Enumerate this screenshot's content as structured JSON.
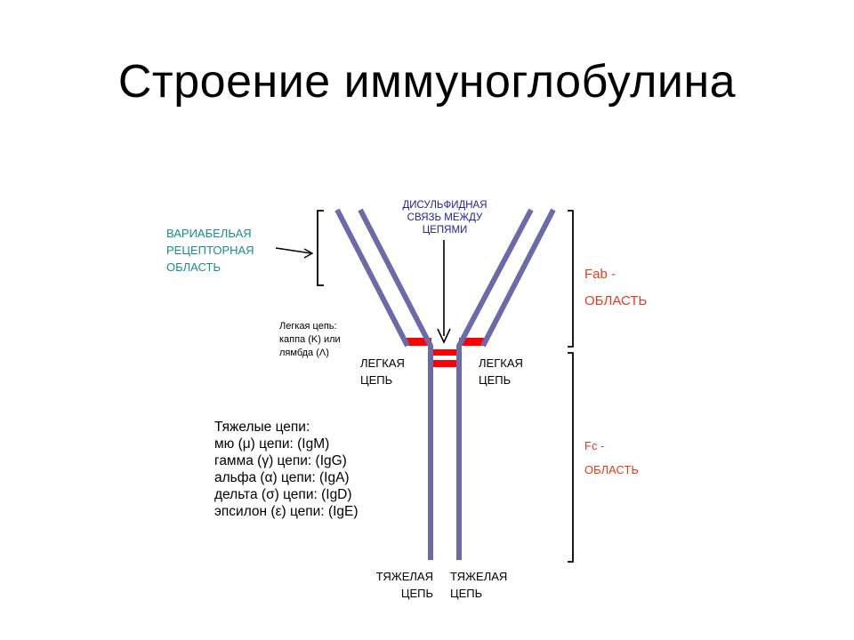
{
  "title": "Строение  иммуноглобулина",
  "labels": {
    "variable_region": [
      "ВАРИАБЕЛЬАЯ",
      "РЕЦЕПТОРНАЯ",
      "ОБЛАСТЬ"
    ],
    "disulfide_bond": [
      "ДИСУЛЬФИДНАЯ",
      "СВЯЗЬ МЕЖДУ",
      "ЦЕПЯМИ"
    ],
    "light_chain_note": [
      "Легкая цепь:",
      "каппа (K) или",
      "лямбда (Λ)"
    ],
    "light_chain_left": [
      "ЛЕГКАЯ",
      "ЦЕПЬ"
    ],
    "light_chain_right": [
      "ЛЕГКАЯ",
      "ЦЕПЬ"
    ],
    "fab_region": [
      "Fab -",
      "ОБЛАСТЬ"
    ],
    "fc_region": [
      "Fc -",
      "ОБЛАСТЬ"
    ],
    "heavy_chain_left": [
      "ТЯЖЕЛАЯ",
      "ЦЕПЬ"
    ],
    "heavy_chain_right": [
      "ТЯЖЕЛАЯ",
      "ЦЕПЬ"
    ]
  },
  "heavy_chains": [
    "Тяжелые цепи:",
    "мю (μ) цепи: (IgM)",
    "гамма (γ) цепи: (IgG)",
    "альфа (α) цепи: (IgA)",
    "дельта (σ) цепи: (IgD)",
    "эпсилон (ε) цепи: (IgE)"
  ],
  "colors": {
    "chain": "#6b6ba8",
    "disulfide": "#ff0000",
    "variable_text": "#1a8c8c",
    "bond_text": "#22229a",
    "region_text": "#e23c1e"
  }
}
